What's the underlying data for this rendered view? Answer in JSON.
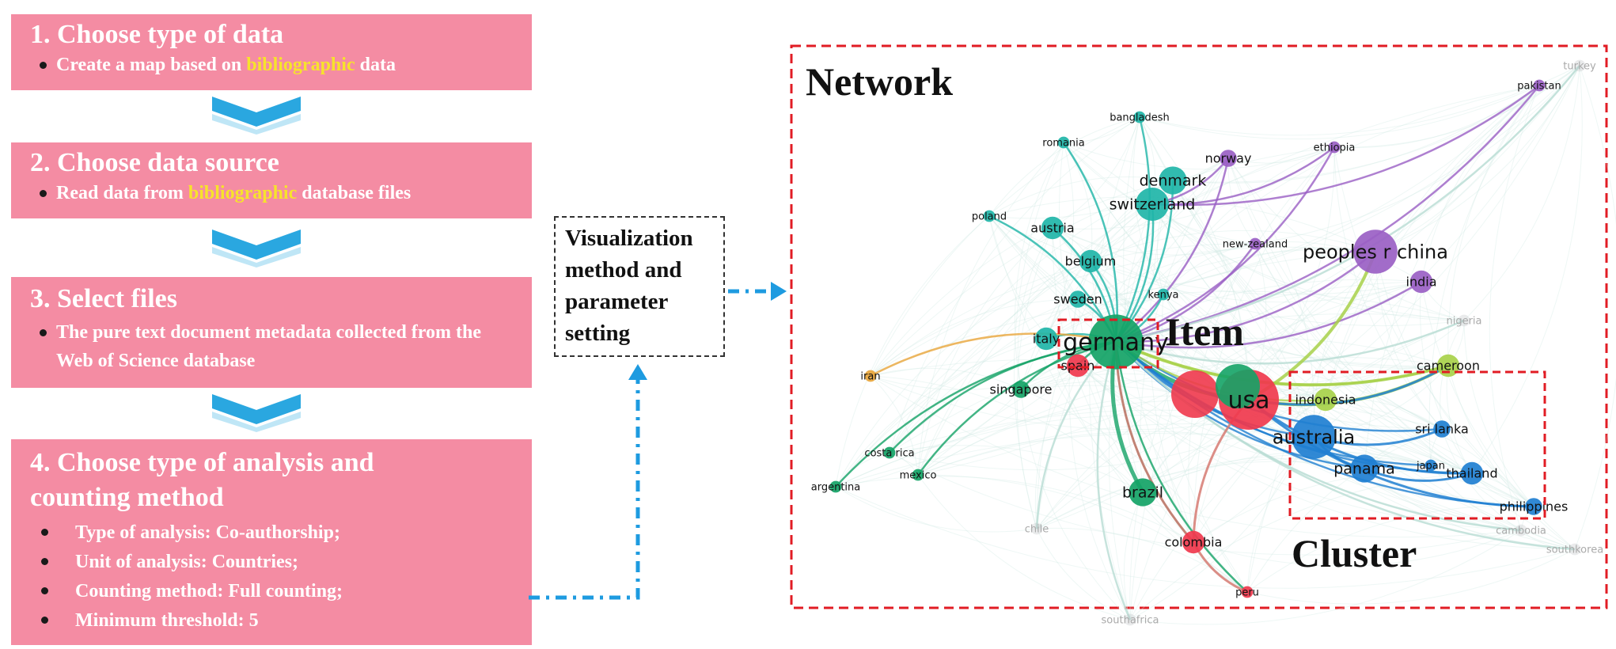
{
  "steps": [
    {
      "title": "1. Choose type of data",
      "bullets": [
        {
          "pre": "Create a map based on ",
          "hl": "bibliographic",
          "post": " data"
        }
      ]
    },
    {
      "title": "2. Choose data source",
      "bullets": [
        {
          "pre": "Read data from ",
          "hl": "bibliographic",
          "post": "  database files"
        }
      ]
    },
    {
      "title": "3. Select files",
      "bullets": [
        {
          "pre": "The pure text document metadata collected from the Web of Science database",
          "hl": "",
          "post": ""
        }
      ]
    },
    {
      "title": "4. Choose type of analysis and counting method",
      "bullets": [
        {
          "pre": "Type of analysis: Co-authorship;",
          "hl": "",
          "post": ""
        },
        {
          "pre": "Unit of analysis: Countries;",
          "hl": "",
          "post": ""
        },
        {
          "pre": "Counting method: Full counting;",
          "hl": "",
          "post": ""
        },
        {
          "pre": "Minimum threshold: 5",
          "hl": "",
          "post": ""
        }
      ]
    }
  ],
  "viz_box": {
    "lines": [
      "Visualization",
      "method and",
      "parameter",
      "setting"
    ]
  },
  "network": {
    "label_network": "Network",
    "label_item": "Item",
    "label_cluster": "Cluster",
    "colors": {
      "teal": "#1fb5a8",
      "green": "#14a366",
      "purple": "#9a5fc4",
      "blue": "#1f7fd1",
      "red": "#f0384d",
      "lime": "#a8d14a",
      "orange": "#e8a53a",
      "faint": "#b9bcc0"
    },
    "nodes": [
      {
        "name": "germany",
        "color": "green",
        "weight": 9
      },
      {
        "name": "usa",
        "color": "red",
        "weight": 10
      },
      {
        "name": "peoples r china",
        "color": "purple",
        "weight": 7
      },
      {
        "name": "australia",
        "color": "blue",
        "weight": 7
      },
      {
        "name": "switzerland",
        "color": "teal",
        "weight": 5
      },
      {
        "name": "denmark",
        "color": "teal",
        "weight": 4
      },
      {
        "name": "belgium",
        "color": "teal",
        "weight": 3
      },
      {
        "name": "austria",
        "color": "teal",
        "weight": 3
      },
      {
        "name": "sweden",
        "color": "teal",
        "weight": 2
      },
      {
        "name": "italy",
        "color": "teal",
        "weight": 3
      },
      {
        "name": "romania",
        "color": "teal",
        "weight": 1
      },
      {
        "name": "bangladesh",
        "color": "teal",
        "weight": 1
      },
      {
        "name": "poland",
        "color": "teal",
        "weight": 1
      },
      {
        "name": "norway",
        "color": "purple",
        "weight": 2
      },
      {
        "name": "ethiopia",
        "color": "purple",
        "weight": 1
      },
      {
        "name": "pakistan",
        "color": "purple",
        "weight": 1
      },
      {
        "name": "india",
        "color": "purple",
        "weight": 3
      },
      {
        "name": "new-zealand",
        "color": "purple",
        "weight": 1
      },
      {
        "name": "kenya",
        "color": "teal",
        "weight": 1
      },
      {
        "name": "cameroon",
        "color": "lime",
        "weight": 3
      },
      {
        "name": "nigeria",
        "color": "faint",
        "weight": 1
      },
      {
        "name": "sri lanka",
        "color": "blue",
        "weight": 2
      },
      {
        "name": "panama",
        "color": "blue",
        "weight": 4
      },
      {
        "name": "thailand",
        "color": "blue",
        "weight": 3
      },
      {
        "name": "philippines",
        "color": "blue",
        "weight": 2
      },
      {
        "name": "japan",
        "color": "blue",
        "weight": 1
      },
      {
        "name": "brazil",
        "color": "green",
        "weight": 4
      },
      {
        "name": "colombia",
        "color": "red",
        "weight": 3
      },
      {
        "name": "peru",
        "color": "red",
        "weight": 1
      },
      {
        "name": "mexico",
        "color": "green",
        "weight": 1
      },
      {
        "name": "costa rica",
        "color": "green",
        "weight": 1
      },
      {
        "name": "argentina",
        "color": "green",
        "weight": 1
      },
      {
        "name": "singapore",
        "color": "green",
        "weight": 2
      },
      {
        "name": "iran",
        "color": "orange",
        "weight": 1
      },
      {
        "name": "spain",
        "color": "red",
        "weight": 3
      },
      {
        "name": "chile",
        "color": "faint",
        "weight": 1
      },
      {
        "name": "south africa",
        "color": "faint",
        "weight": 1
      },
      {
        "name": "cambodia",
        "color": "faint",
        "weight": 1
      },
      {
        "name": "south korea",
        "color": "faint",
        "weight": 1
      },
      {
        "name": "turkey",
        "color": "faint",
        "weight": 1
      },
      {
        "name": "indonesia",
        "color": "lime",
        "weight": 3
      }
    ],
    "labels": {
      "germany": "germany",
      "usa": "usa",
      "peoples r china": "peoples r china",
      "australia": "australia",
      "switzerland": "switzerland",
      "denmark": "denmark",
      "belgium": "belgium",
      "austria": "austria",
      "sweden": "sweden",
      "italy": "italy",
      "romania": "romania",
      "bangladesh": "bangladesh",
      "poland": "poland",
      "norway": "norway",
      "ethiopia": "ethiopia",
      "pakistan": "pakistan",
      "india": "india",
      "new-zealand": "new-zealand",
      "kenya": "kenya",
      "cameroon": "cameroon",
      "nigeria": "nigeria",
      "sri lanka": "sri lanka",
      "panama": "panama",
      "thailand": "thailand",
      "philippines": "philippines",
      "japan": "japan",
      "brazil": "brazil",
      "colombia": "colombia",
      "peru": "peru",
      "mexico": "mexico",
      "costa rica": "costa rica",
      "argentina": "argentina",
      "singapore": "singapore",
      "iran": "iran",
      "spain": "spain",
      "chile": "chile",
      "south africa": "southafrica",
      "cambodia": "cambodia",
      "south korea": "southkorea",
      "turkey": "turkey",
      "indonesia": "indonesia"
    }
  }
}
